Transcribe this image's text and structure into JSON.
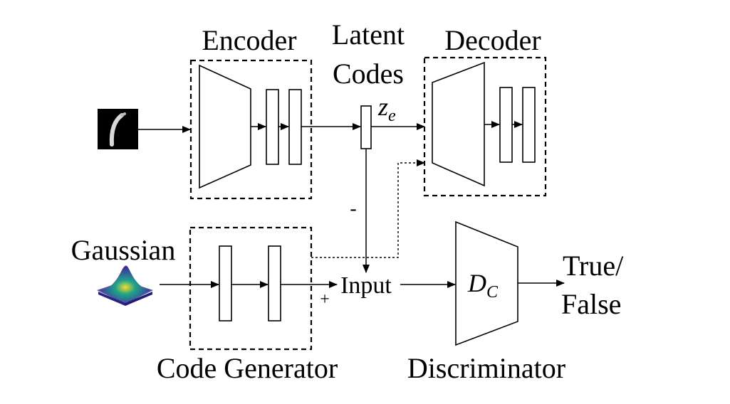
{
  "labels": {
    "encoder": "Encoder",
    "latent_line1": "Latent",
    "latent_line2": "Codes",
    "decoder": "Decoder",
    "latent_symbol": "z",
    "latent_subscript": "e",
    "gaussian": "Gaussian",
    "code_generator": "Code Generator",
    "input": "Input",
    "discriminator_symbol": "D",
    "discriminator_subscript": "C",
    "output_line1": "True/",
    "output_line2": "False",
    "discriminator": "Discriminator",
    "minus_sign": "-",
    "plus_sign": "+"
  },
  "icons": {
    "input_image": "handwritten-digit-image-icon",
    "gaussian_plot": "gaussian-surface-icon"
  },
  "colors": {
    "gaussian_peak": "#f5e02a",
    "gaussian_mid": "#21a38a",
    "gaussian_base": "#3b2f9e"
  }
}
